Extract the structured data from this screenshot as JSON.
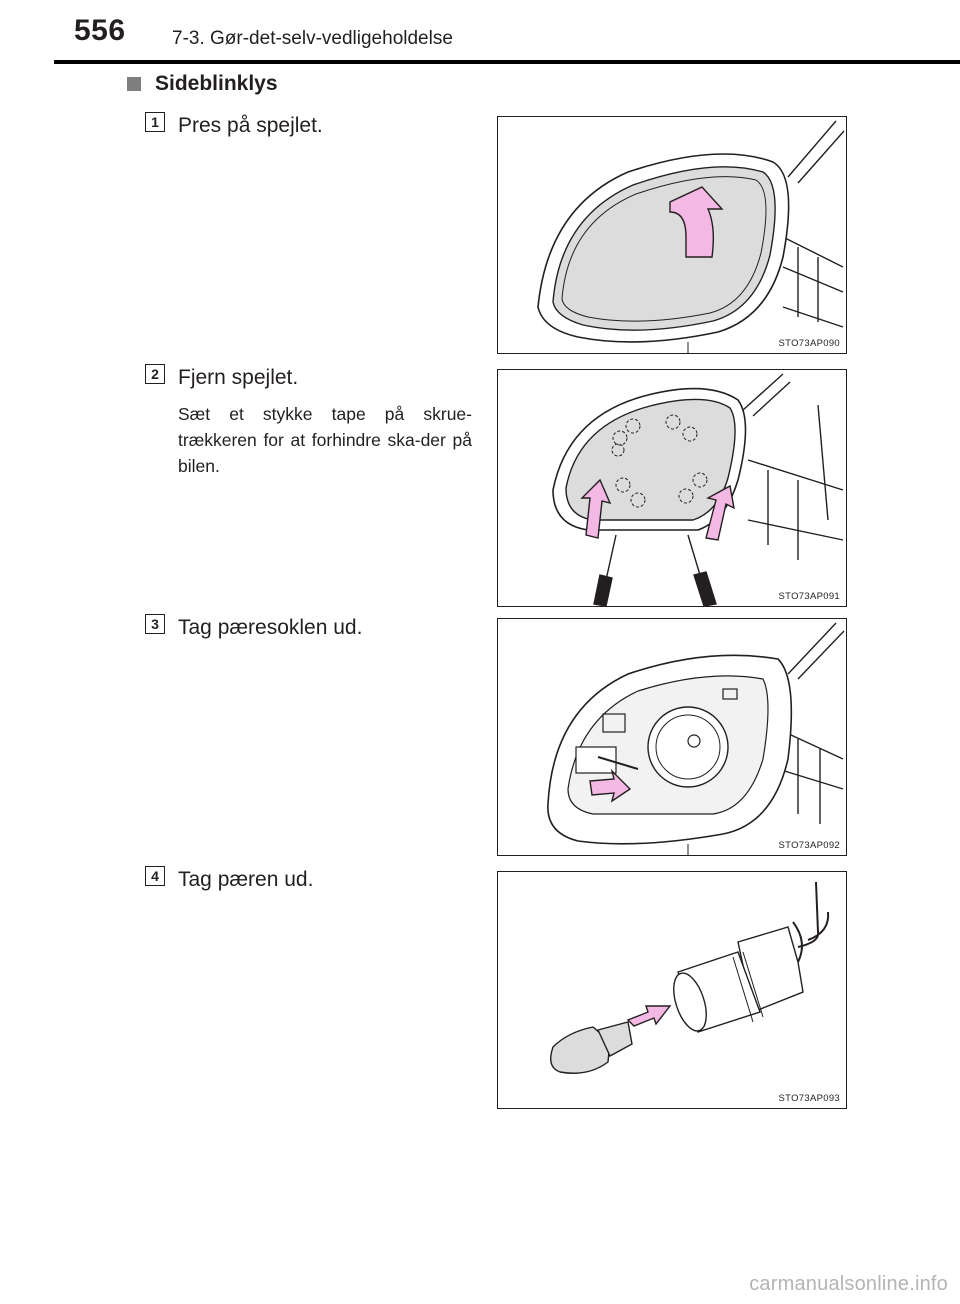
{
  "header": {
    "page_number": "556",
    "chapter_title": "7-3. Gør-det-selv-vedligeholdelse"
  },
  "section": {
    "heading": "Sideblinklys"
  },
  "steps": [
    {
      "number": "1",
      "text": "Pres på spejlet.",
      "figure_code": "STO73AP090"
    },
    {
      "number": "2",
      "text": "Fjern spejlet.",
      "note": "Sæt et stykke tape på skrue-trækkeren for at forhindre ska-der på bilen.",
      "figure_code": "STO73AP091"
    },
    {
      "number": "3",
      "text": "Tag pæresoklen ud.",
      "figure_code": "STO73AP092"
    },
    {
      "number": "4",
      "text": "Tag pæren ud.",
      "figure_code": "STO73AP093"
    }
  ],
  "colors": {
    "arrow_fill": "#f4b8e4",
    "mirror_glass": "#dcdcdc",
    "line": "#231f20"
  },
  "watermark": "carmanualsonline.info"
}
